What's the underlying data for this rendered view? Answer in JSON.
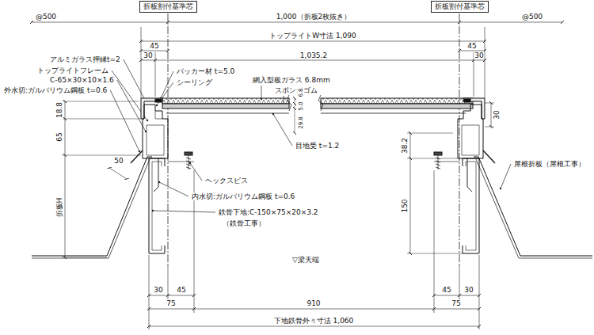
{
  "diagram": {
    "nodes": [
      {
        "text": [
          "折板割付基準芯"
        ]
      },
      {
        "text": [
          "折板割付基準芯"
        ]
      }
    ],
    "labels": [
      "@500",
      "1,000（折板2枚抜き）",
      "@500",
      "トップライトW寸法 1,090",
      "45",
      "45",
      "30",
      "1,035.2",
      "30",
      "アルミガラス押縁t=2",
      "トップライトフレーム",
      "C-65×30×10×1.6",
      "外水切:ガルバリウム鋼板 t=0.6",
      "パッカー材 t=5.0",
      "シーリング",
      "網入型板ガラス 6.8mm",
      "スポンジゴム",
      "18.8",
      "65",
      "折板H",
      "50",
      "6.8",
      "5.0",
      "29.8",
      "30",
      "目地受 t=1.2",
      "38.2",
      "ヘックスビス",
      "150",
      "屋根折板（屋根工事）",
      "内水切:ガルバリウム鋼板 t=0.6",
      "鉄骨下地:C-150×75×20×3.2",
      "（鉄骨工事）",
      "▽梁天端",
      "30",
      "45",
      "45",
      "30",
      "75",
      "910",
      "75",
      "下地鉄骨外々寸法 1,060"
    ]
  }
}
